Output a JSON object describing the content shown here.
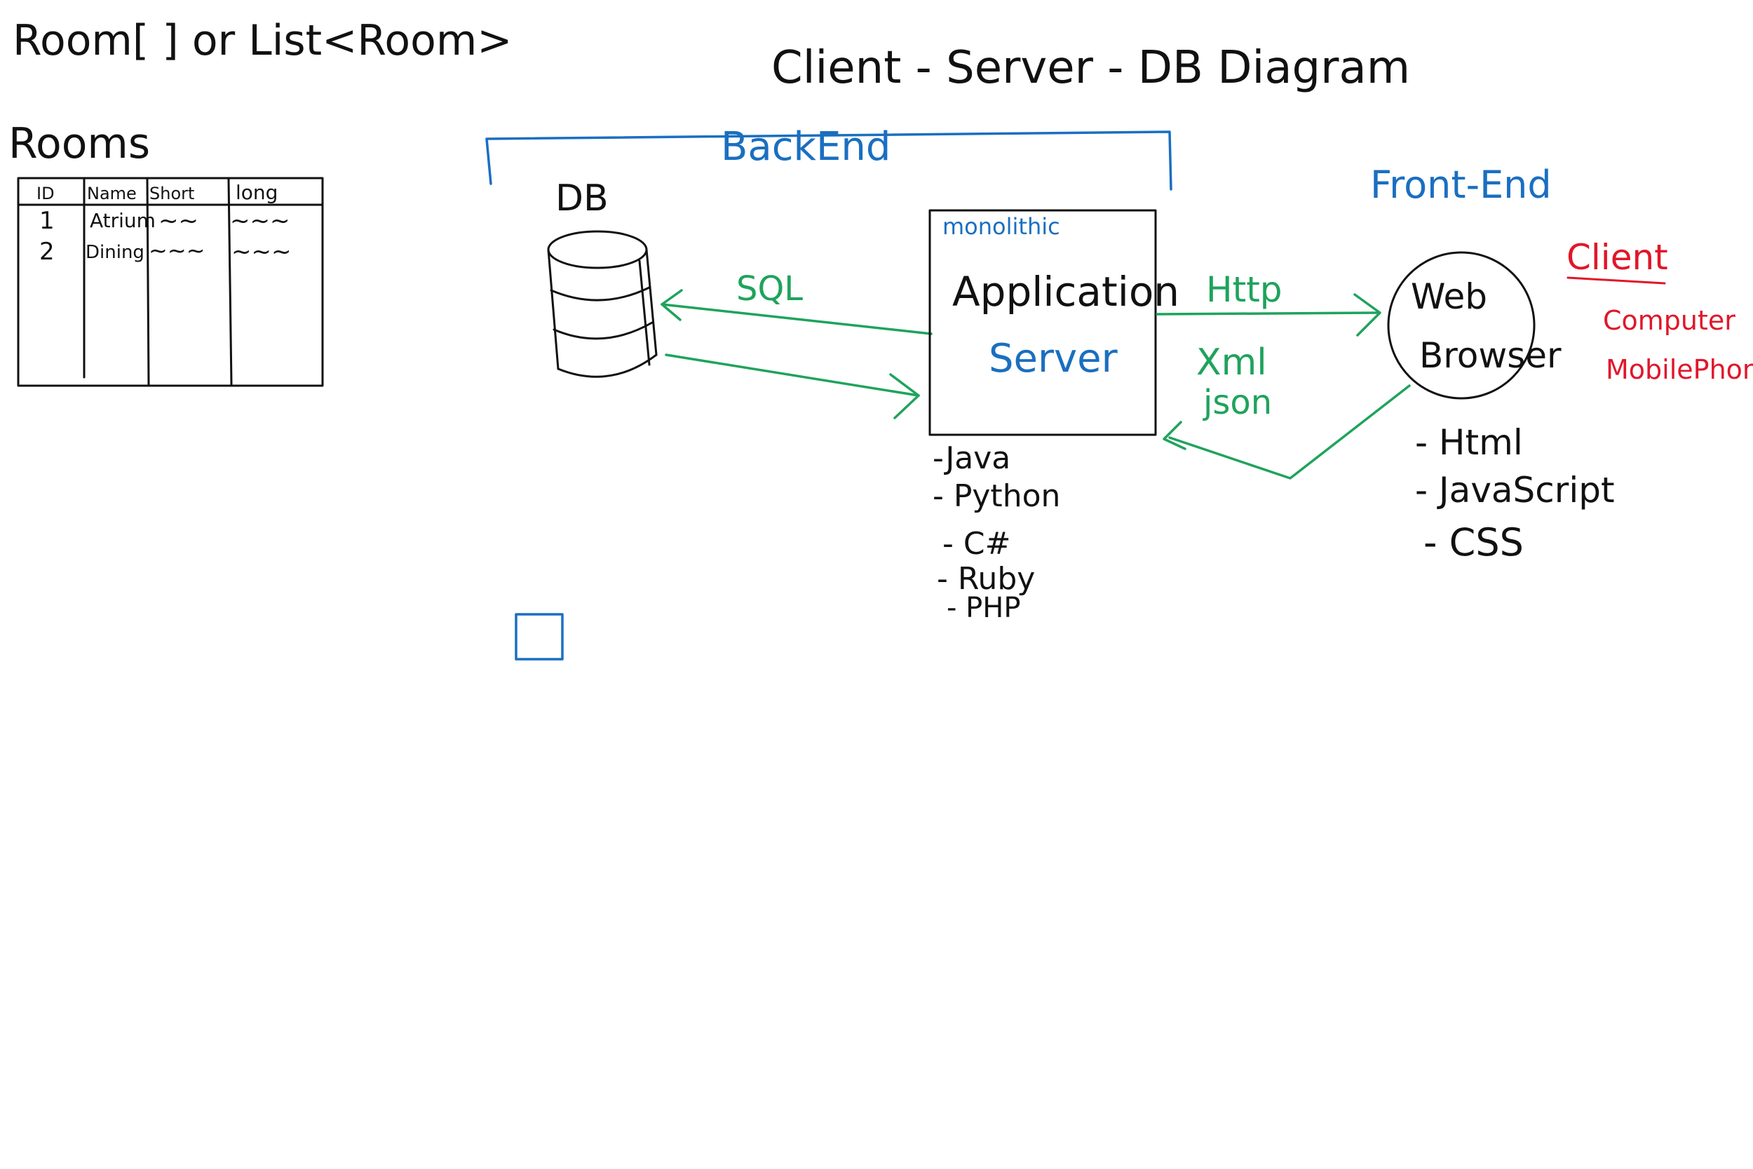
{
  "notes": {
    "array_note": "Room[ ] or List<Room>",
    "rooms_title": "Rooms"
  },
  "rooms_table": {
    "headers": [
      "ID",
      "Name",
      "Short",
      "long"
    ],
    "rows": [
      {
        "id": "1",
        "name": "Atrium",
        "short": "~~",
        "long": "~~~"
      },
      {
        "id": "2",
        "name": "Dining",
        "short": "~~~",
        "long": "~~~"
      }
    ]
  },
  "diagram": {
    "title": "Client - Server - DB Diagram",
    "backend_label": "BackEnd",
    "frontend_label": "Front-End",
    "db_label": "DB",
    "sql_label": "SQL",
    "server_tag": "monolithic",
    "server_line1": "Application",
    "server_line2": "Server",
    "http_label": "Http",
    "xml_label": "Xml",
    "json_label": "json",
    "browser_line1": "Web",
    "browser_line2": "Browser",
    "client_label": "Client",
    "client_devices": [
      "Computer",
      "MobilePhone"
    ],
    "server_languages": [
      "-Java",
      "- Python",
      "- C#",
      "- Ruby",
      "- PHP"
    ],
    "frontend_tech": [
      "- Html",
      "- JavaScript",
      "- CSS"
    ]
  },
  "colors": {
    "black_ink": "#111111",
    "blue_ink": "#1a6fc0",
    "green_ink": "#1fa35c",
    "red_ink": "#e0172a"
  }
}
